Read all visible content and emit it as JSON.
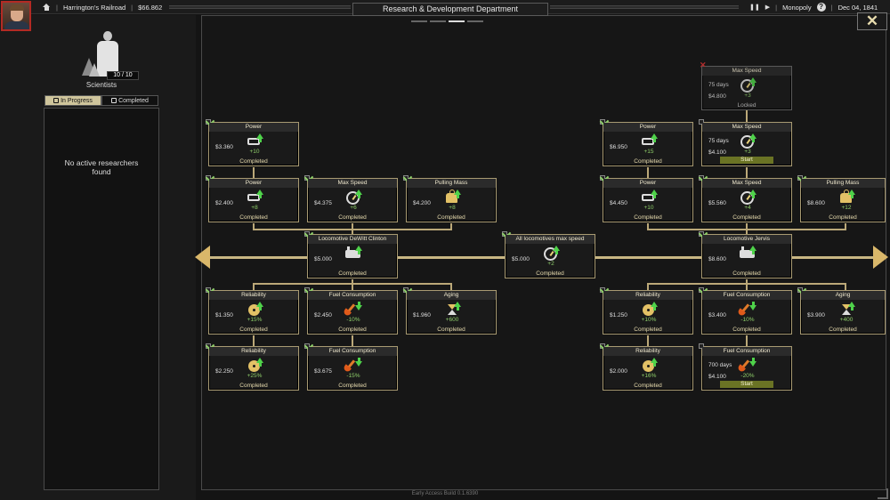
{
  "topbar": {
    "company": "Harrington's Railroad",
    "money": "$66.862",
    "title": "Research & Development Department",
    "mode": "Monopoly",
    "date": "Dec 04, 1841",
    "pause_icon": "pause-icon",
    "play_icon": "play-icon"
  },
  "left": {
    "scientist_count": "10 / 10",
    "scientist_label": "Scientists",
    "tab_in_progress": "In Progress",
    "tab_completed": "Completed",
    "no_active": "No active researchers found"
  },
  "nodes": {
    "l_power_top": {
      "title": "Power",
      "price": "$3.360",
      "value": "+10",
      "status": "Completed",
      "icon": "horn-icon"
    },
    "l_power": {
      "title": "Power",
      "price": "$2.400",
      "value": "+8",
      "status": "Completed",
      "icon": "horn-icon"
    },
    "l_maxspeed": {
      "title": "Max Speed",
      "price": "$4.375",
      "value": "+6",
      "status": "Completed",
      "icon": "gauge-icon"
    },
    "l_pulling": {
      "title": "Pulling Mass",
      "price": "$4.200",
      "value": "+8",
      "status": "Completed",
      "icon": "weight-icon"
    },
    "l_loco": {
      "title": "Locomotive DeWitt Clinton",
      "price": "$5.000",
      "value": "",
      "status": "Completed",
      "icon": "locomotive-icon"
    },
    "all_speed": {
      "title": "All locomotives max speed",
      "price": "$5.000",
      "value": "+2",
      "status": "Completed",
      "icon": "gauge-icon"
    },
    "l_rel": {
      "title": "Reliability",
      "price": "$1.350",
      "value": "+15%",
      "status": "Completed",
      "icon": "gear-icon"
    },
    "l_fuel": {
      "title": "Fuel Consumption",
      "price": "$2.450",
      "value": "-10%",
      "status": "Completed",
      "icon": "shovel-icon"
    },
    "l_aging": {
      "title": "Aging",
      "price": "$1.960",
      "value": "+600",
      "status": "Completed",
      "icon": "hourglass-icon"
    },
    "l_rel2": {
      "title": "Reliability",
      "price": "$2.250",
      "value": "+25%",
      "status": "Completed",
      "icon": "gear-icon"
    },
    "l_fuel2": {
      "title": "Fuel Consumption",
      "price": "$3.675",
      "value": "-15%",
      "status": "Completed",
      "icon": "shovel-icon"
    },
    "r_maxspeed_locked": {
      "title": "Max Speed",
      "days": "75 days",
      "price": "$4.800",
      "value": "+3",
      "status": "Locked",
      "icon": "gauge-icon"
    },
    "r_power_top": {
      "title": "Power",
      "price": "$6.950",
      "value": "+15",
      "status": "Completed",
      "icon": "horn-icon"
    },
    "r_maxspeed_top": {
      "title": "Max Speed",
      "days": "75 days",
      "price": "$4.100",
      "value": "+3",
      "status": "Start",
      "icon": "gauge-icon"
    },
    "r_power": {
      "title": "Power",
      "price": "$4.450",
      "value": "+10",
      "status": "Completed",
      "icon": "horn-icon"
    },
    "r_maxspeed": {
      "title": "Max Speed",
      "price": "$5.560",
      "value": "+4",
      "status": "Completed",
      "icon": "gauge-icon"
    },
    "r_pulling": {
      "title": "Pulling Mass",
      "price": "$8.600",
      "value": "+12",
      "status": "Completed",
      "icon": "weight-icon"
    },
    "r_loco": {
      "title": "Locomotive Jervis",
      "price": "$8.600",
      "value": "",
      "status": "Completed",
      "icon": "locomotive-icon"
    },
    "r_rel": {
      "title": "Reliability",
      "price": "$1.250",
      "value": "+10%",
      "status": "Completed",
      "icon": "gear-icon"
    },
    "r_fuel": {
      "title": "Fuel Consumption",
      "price": "$3.400",
      "value": "-10%",
      "status": "Completed",
      "icon": "shovel-icon"
    },
    "r_aging": {
      "title": "Aging",
      "price": "$3.900",
      "value": "+400",
      "status": "Completed",
      "icon": "hourglass-icon"
    },
    "r_rel2": {
      "title": "Reliability",
      "price": "$2.000",
      "value": "+16%",
      "status": "Completed",
      "icon": "gear-icon"
    },
    "r_fuel2": {
      "title": "Fuel Consumption",
      "days": "700 days",
      "price": "$4.100",
      "value": "-20%",
      "status": "Start",
      "icon": "shovel-icon"
    }
  },
  "footer": "Early Access Build 0.1.6390",
  "colors": {
    "accent": "#d9b76a",
    "completed": "#e8dcae",
    "start_btn": "#6a7324",
    "positive": "#4fd24a"
  }
}
